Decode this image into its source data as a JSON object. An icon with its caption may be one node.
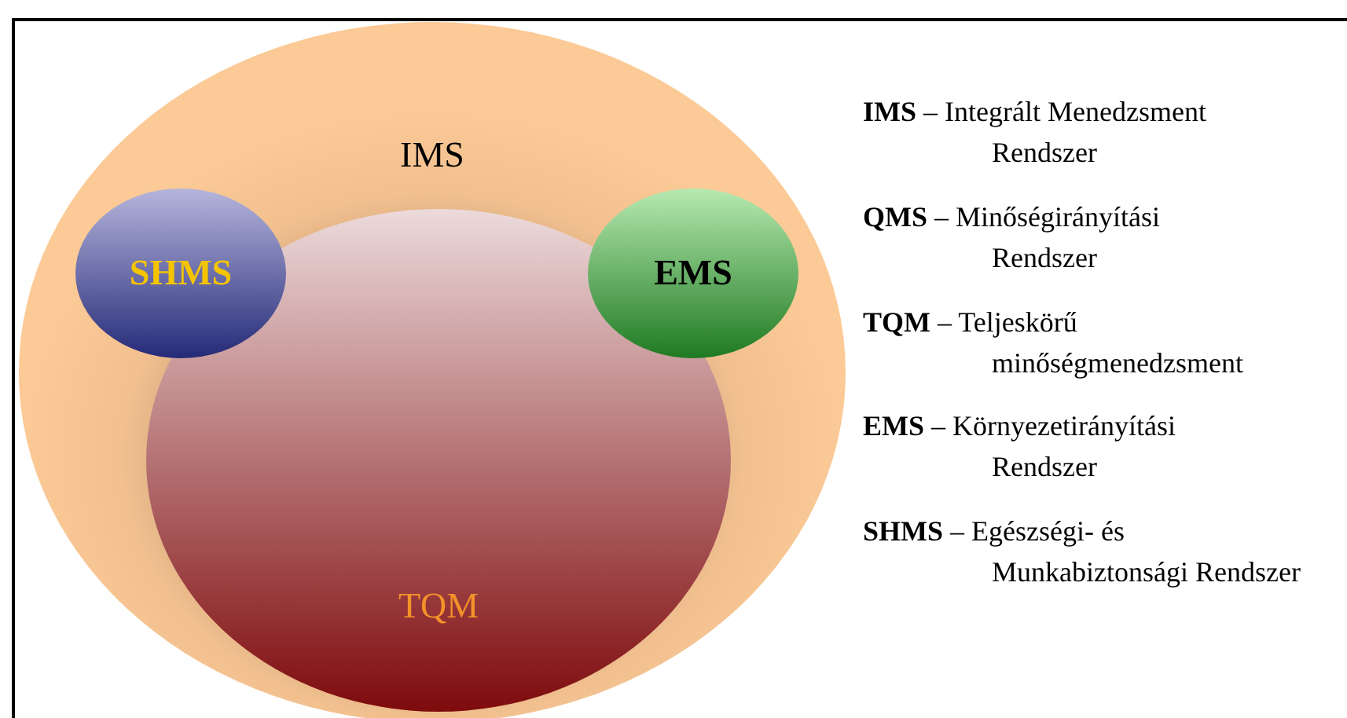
{
  "diagram": {
    "nodes": [
      {
        "text": [
          "IMS"
        ]
      },
      {
        "text": [
          "SHMS"
        ],
        "in": 0
      },
      {
        "text": [
          "EMS"
        ],
        "in": 0
      },
      {
        "text": [
          "TQM"
        ],
        "in": 0
      }
    ],
    "labels": [
      "**IMS** –  Integrált Menedzsment Rendszer",
      "**QMS** – Minőségirányítási Rendszer",
      "**TQM** – Teljeskörű minőségmenedzsment",
      "**EMS** – Környezetirányítási Rendszer",
      "**SHMS** – Egészségi- és Munkabiztonsági Rendszer"
    ]
  }
}
